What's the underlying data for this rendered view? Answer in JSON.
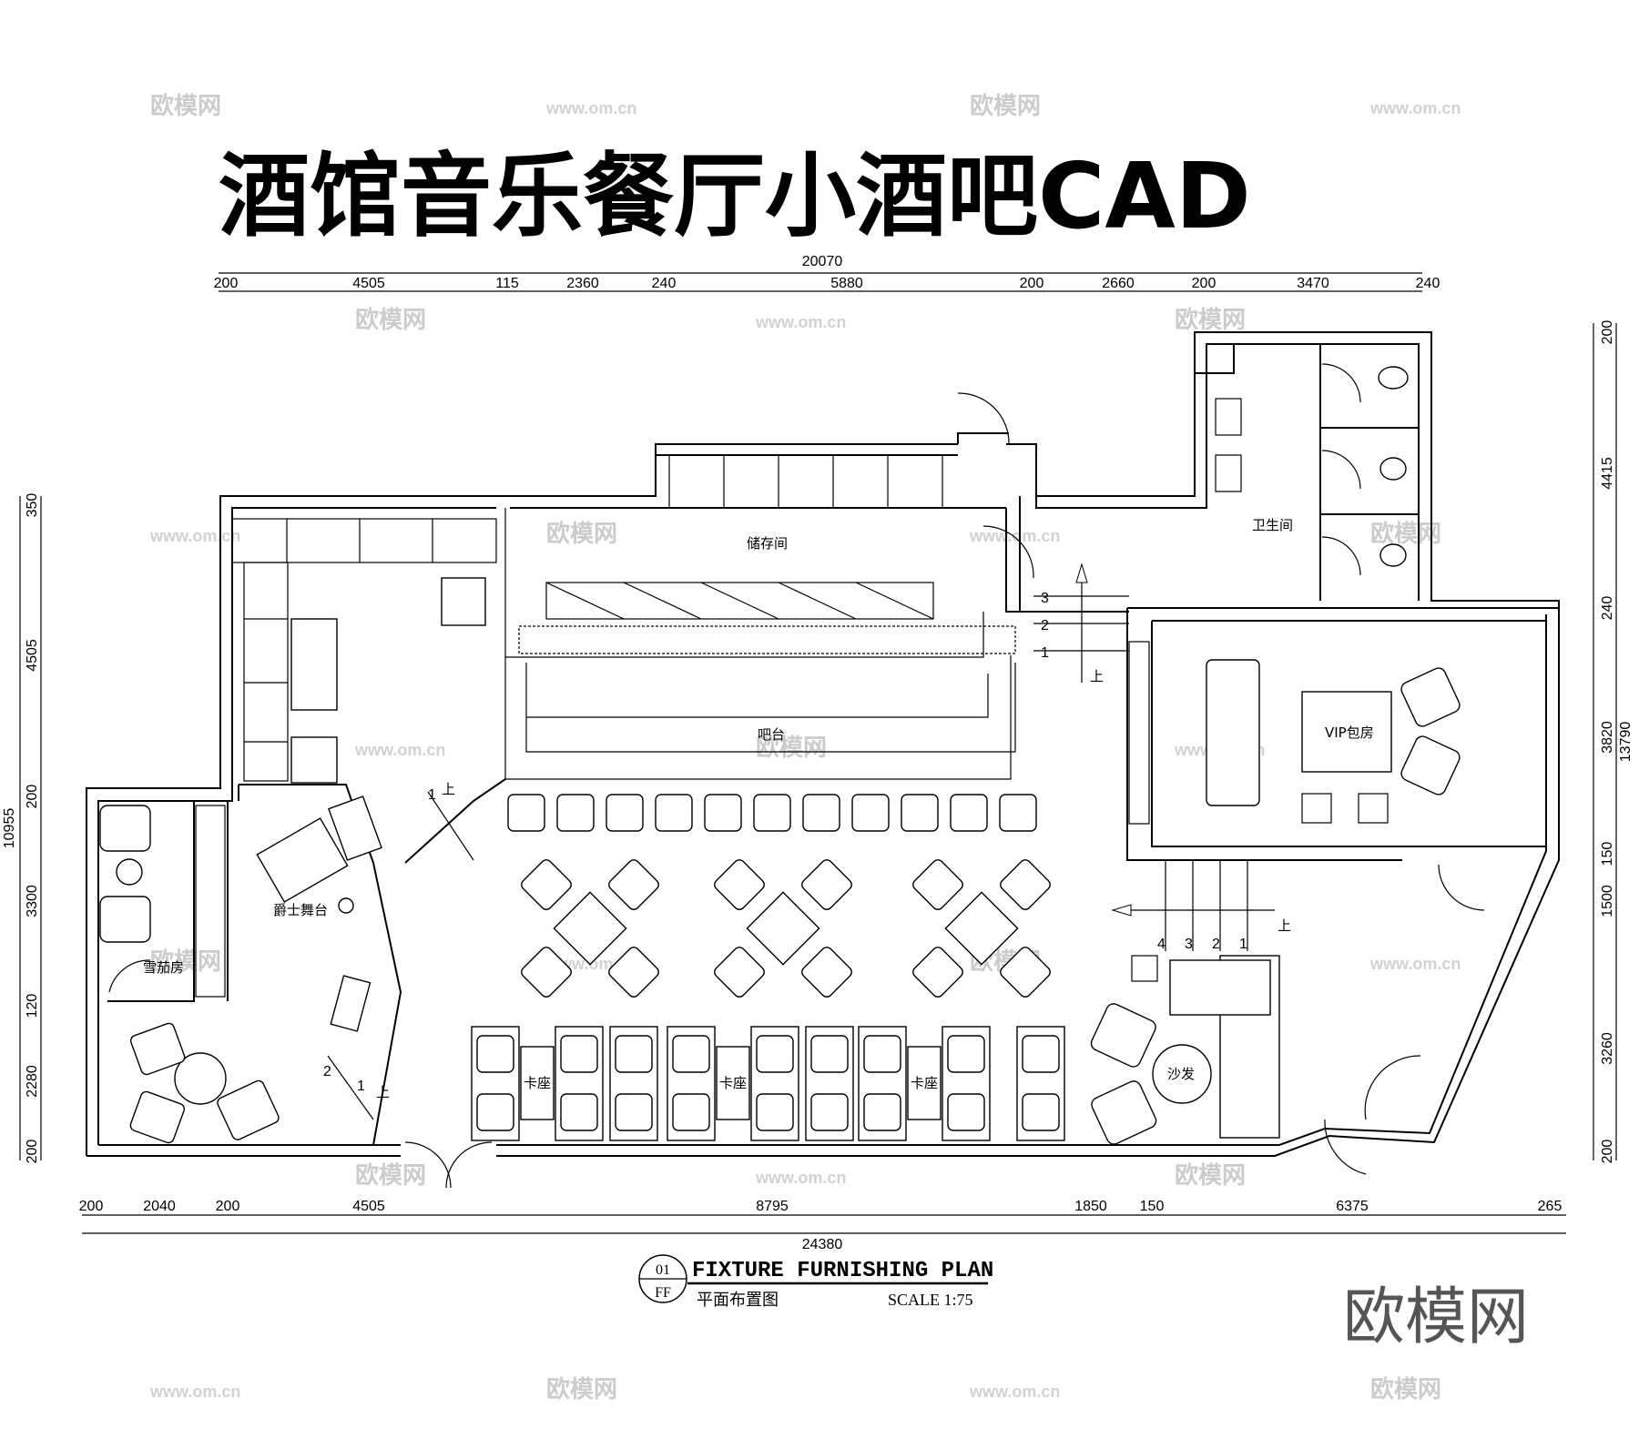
{
  "title": "酒馆音乐餐厅小酒吧CAD",
  "watermark": {
    "brand": "欧模网",
    "url": "www.om.cn"
  },
  "logo": "欧模网",
  "rooms": {
    "storage": "储存间",
    "restroom": "卫生间",
    "bar_counter": "吧台",
    "vip_room": "VIP包房",
    "jazz_stage": "爵士舞台",
    "cigar_room": "雪茄房",
    "booth": "卡座",
    "sofa": "沙发"
  },
  "stair_label": "上",
  "dimensions": {
    "top_total": "20070",
    "top_segments": [
      "200",
      "4505",
      "115",
      "2360",
      "240",
      "5880",
      "200",
      "2660",
      "200",
      "3470",
      "240"
    ],
    "bottom_total": "24380",
    "bottom_segments": [
      "200",
      "2040",
      "200",
      "4505",
      "8795",
      "1850",
      "150",
      "6375",
      "265"
    ],
    "left_total": "10955",
    "left_segments": [
      "350",
      "4505",
      "200",
      "3300",
      "120",
      "2280",
      "200"
    ],
    "right_total": "13790",
    "right_segments": [
      "200",
      "4415",
      "240",
      "3820",
      "150",
      "1500",
      "3260",
      "200"
    ]
  },
  "steps_top": [
    "3",
    "2",
    "1"
  ],
  "steps_right": [
    "4",
    "3",
    "2",
    "1"
  ],
  "steps_stage": [
    "1",
    "2",
    "1"
  ],
  "plan_title": {
    "number": "01",
    "code": "FF",
    "name_en": "FIXTURE FURNISHING PLAN",
    "name_cn": "平面布置图",
    "scale": "SCALE 1:75"
  }
}
